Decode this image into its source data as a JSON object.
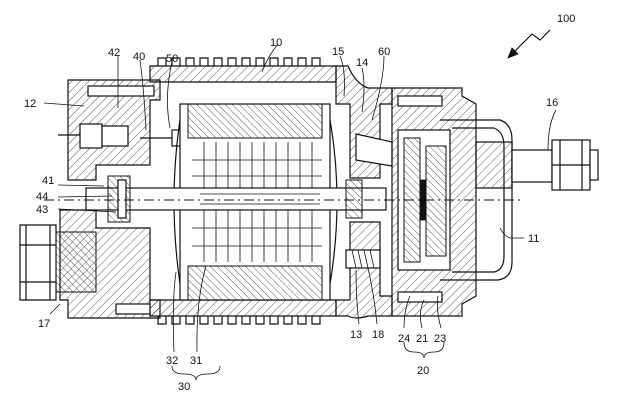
{
  "figure": {
    "labels": {
      "l100": "100",
      "l10": "10",
      "l42": "42",
      "l40": "40",
      "l50": "50",
      "l15": "15",
      "l14": "14",
      "l60": "60",
      "l16": "16",
      "l12": "12",
      "l41": "41",
      "l44": "44",
      "l43": "43",
      "l17": "17",
      "l11": "11",
      "l13": "13",
      "l18": "18",
      "l24": "24",
      "l21": "21",
      "l23": "23",
      "l20": "20",
      "l32": "32",
      "l31": "31",
      "l30": "30"
    }
  }
}
